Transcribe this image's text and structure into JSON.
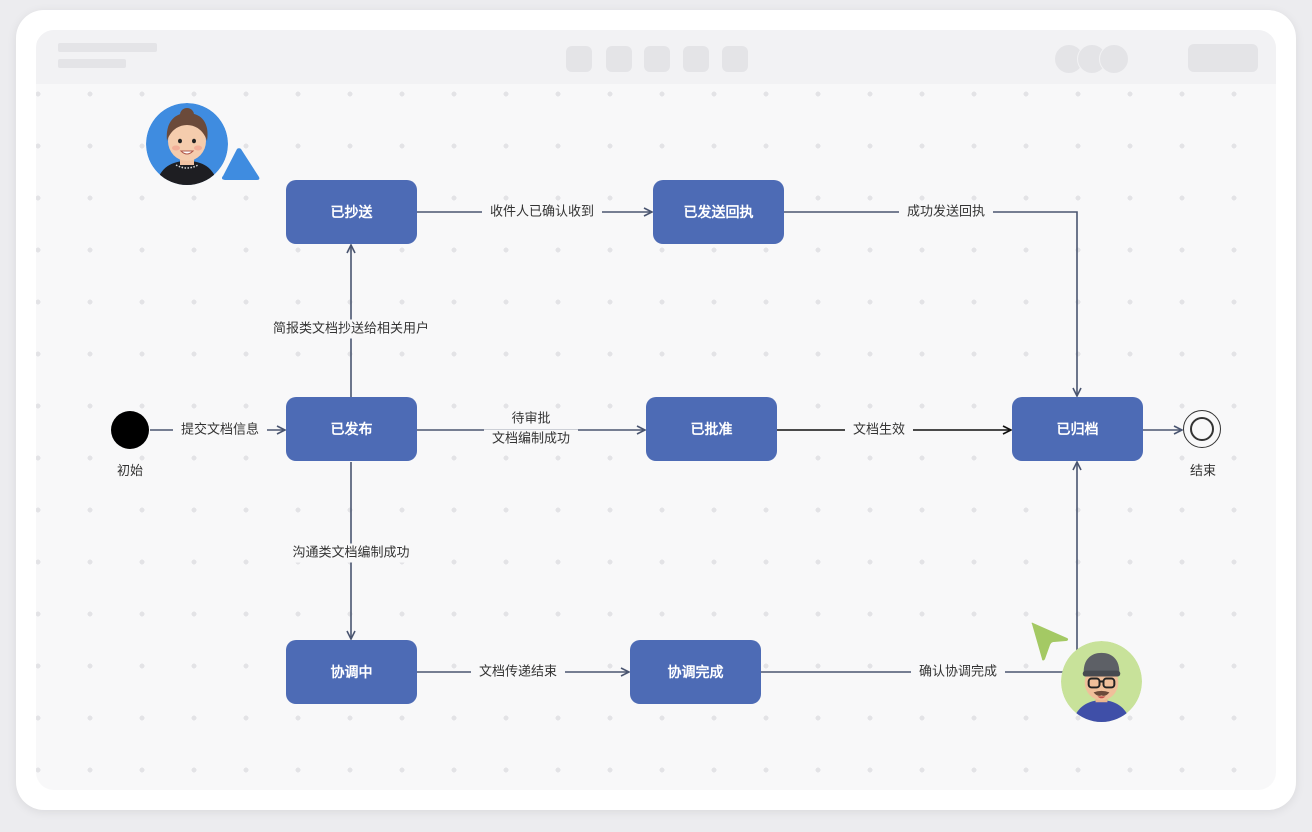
{
  "diagram": {
    "nodes": {
      "start": "初始",
      "published": "已发布",
      "cc": "已抄送",
      "receipt": "已发送回执",
      "approved": "已批准",
      "archived": "已归档",
      "coordinating": "协调中",
      "coord_done": "协调完成",
      "end": "结束"
    },
    "edges": {
      "start_to_published": "提交文档信息",
      "published_to_cc": "简报类文档抄送给相关用户",
      "cc_to_receipt": "收件人已确认收到",
      "receipt_to_archived": "成功发送回执",
      "published_to_approved_line1": "待审批",
      "published_to_approved_line2": "文档编制成功",
      "approved_to_archived": "文档生效",
      "published_to_coordinating": "沟通类文档编制成功",
      "coordinating_to_done": "文档传递结束",
      "done_to_archived": "确认协调完成"
    },
    "colors": {
      "node_fill": "#4d6bb5",
      "edge": "#4a5570",
      "cursor_blue": "#3f8ce0",
      "cursor_green": "#a4c964"
    }
  },
  "collaborators": [
    {
      "icon": "woman-avatar-icon"
    },
    {
      "icon": "man-avatar-icon"
    }
  ]
}
